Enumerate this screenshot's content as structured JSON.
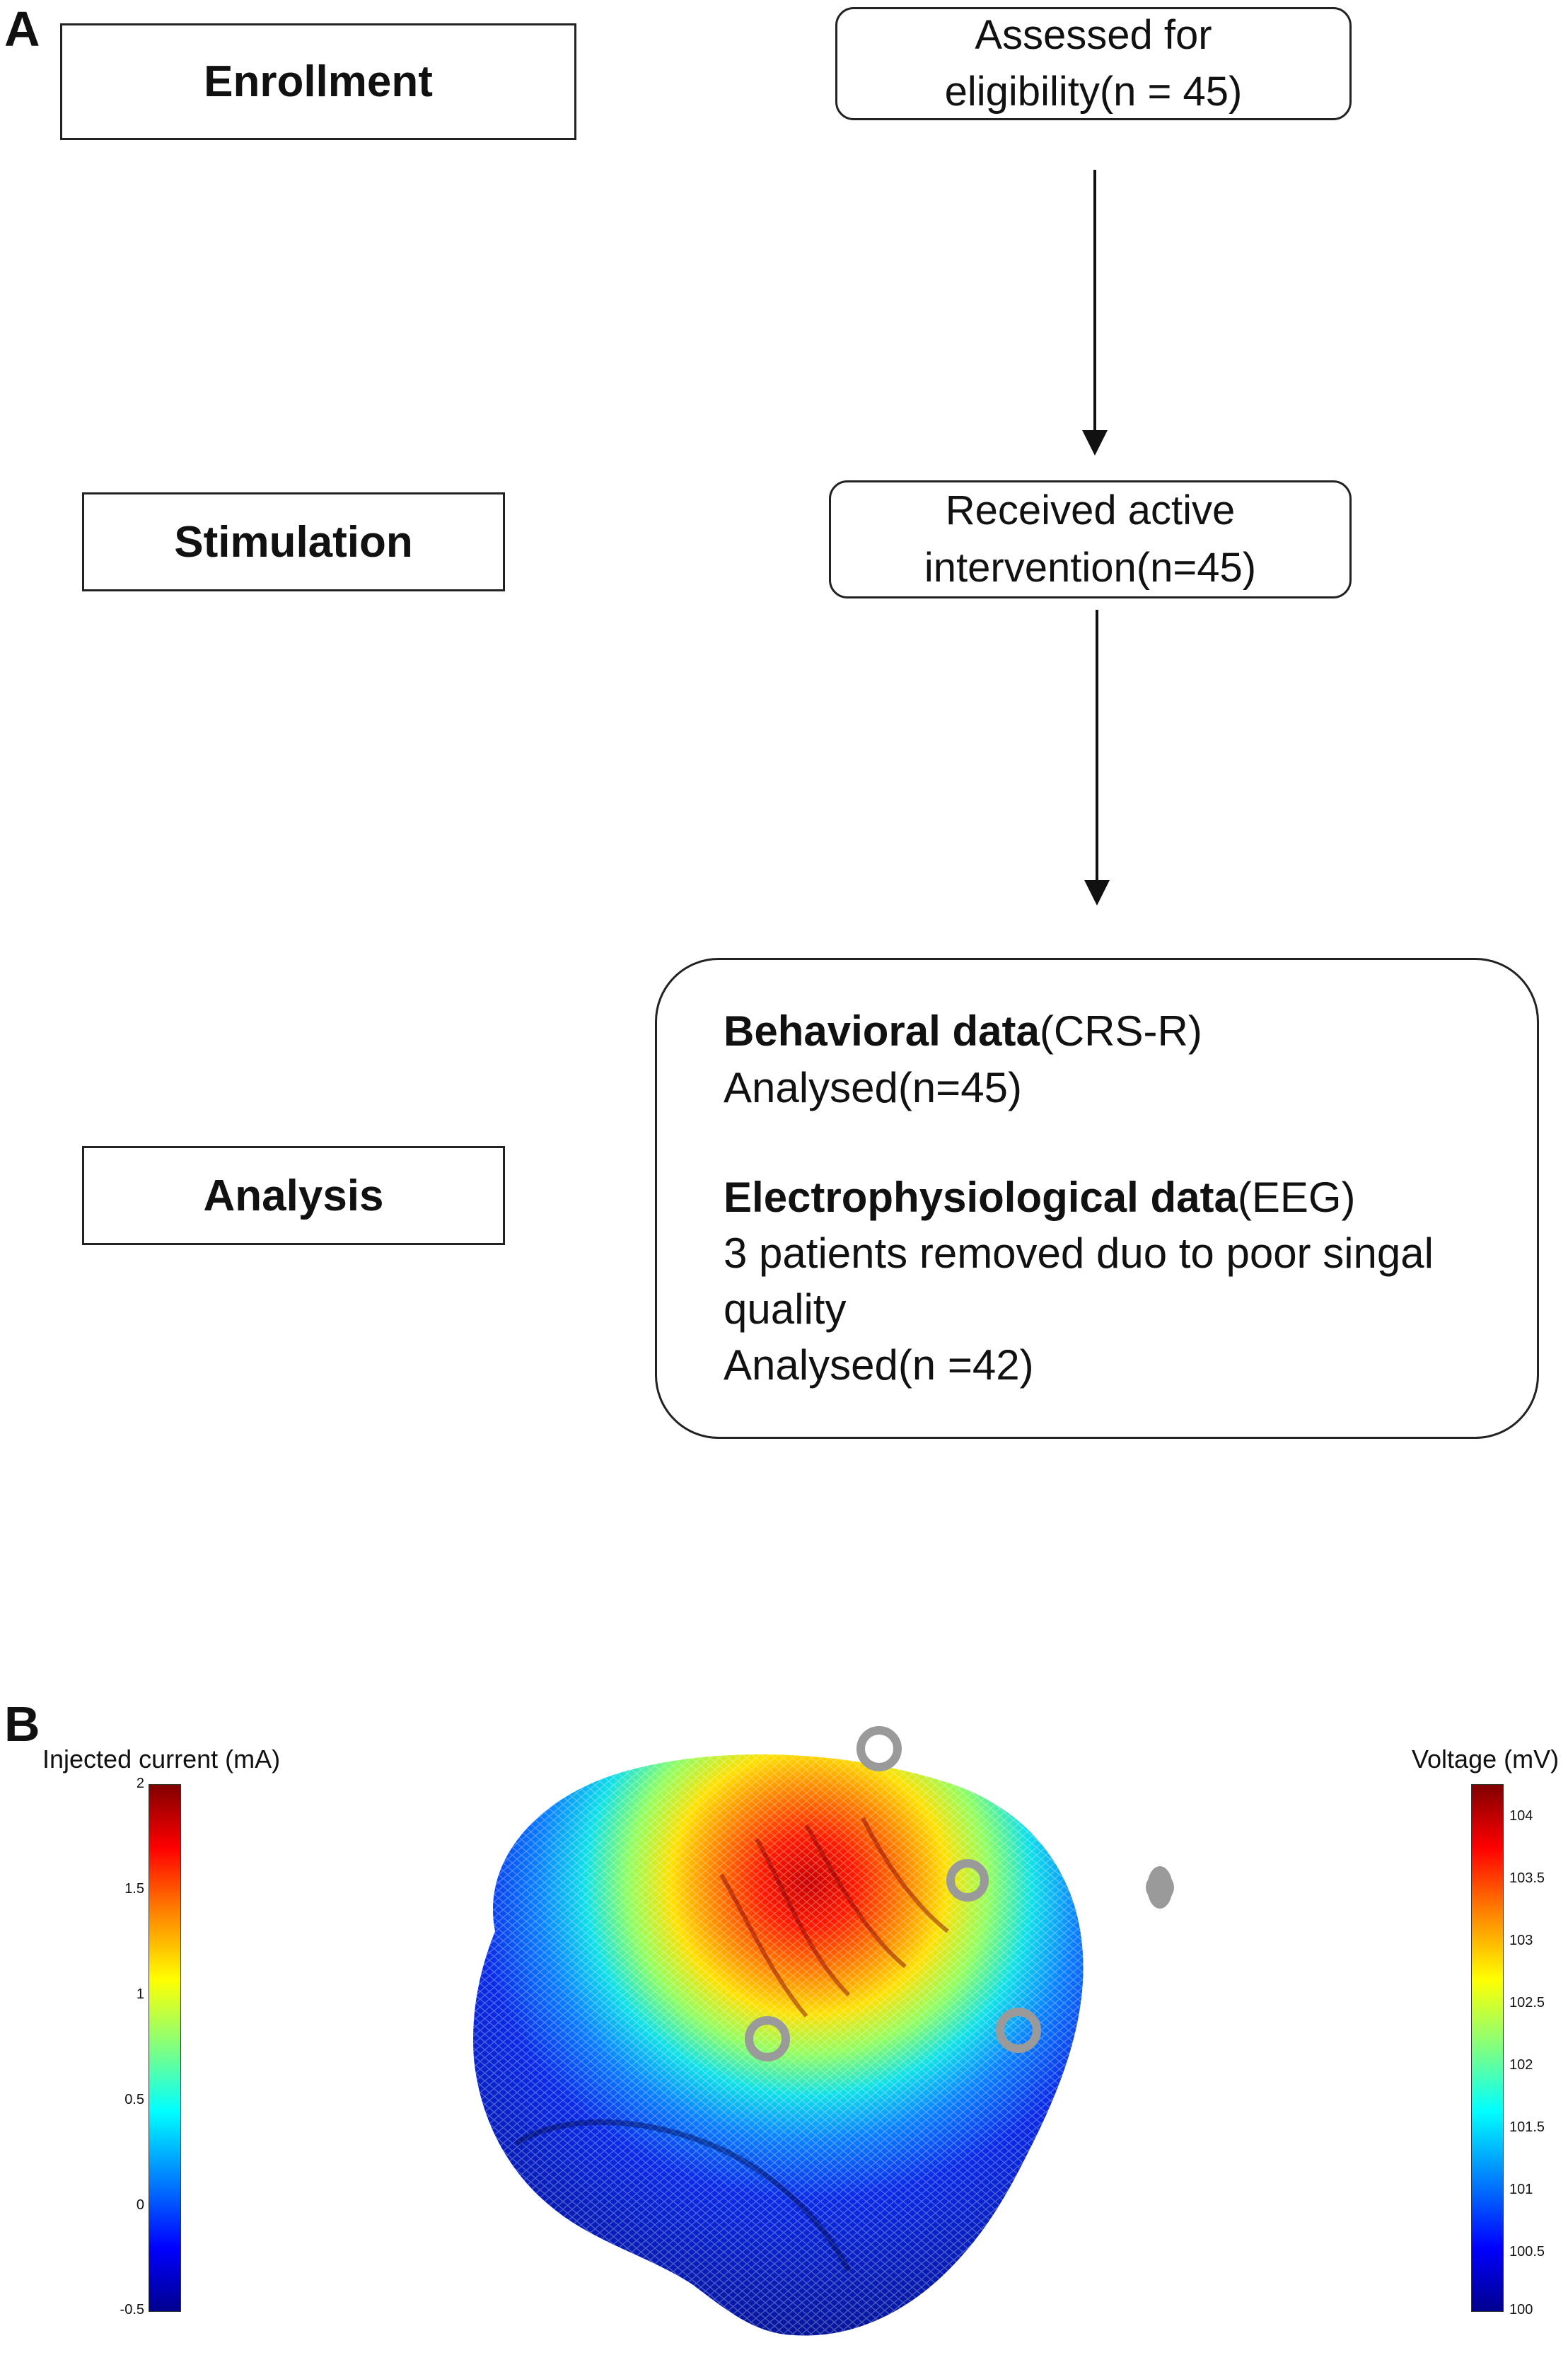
{
  "panel_a": {
    "letter": "A",
    "stages": {
      "enrollment": "Enrollment",
      "stimulation": "Stimulation",
      "analysis": "Analysis"
    },
    "boxes": {
      "assessed_line1": "Assessed for",
      "assessed_line2": "eligibility(n  = 45)",
      "received_line1": "Received active",
      "received_line2": "intervention(n=45)",
      "behavioral_heading": "Behavioral data",
      "behavioral_suffix": "(CRS-R)",
      "behavioral_analysed": "Analysed(n=45)",
      "eeg_heading": "Electrophysiological data",
      "eeg_suffix": "(EEG)",
      "eeg_removed_line1": "3 patients removed duo to poor singal",
      "eeg_removed_line2": "quality",
      "eeg_analysed": "Analysed(n =42)"
    }
  },
  "panel_b": {
    "letter": "B",
    "current_bar": {
      "label": "Injected current (mA)",
      "ticks": [
        "2",
        "1.5",
        "1",
        "0.5",
        "0",
        "-0.5"
      ]
    },
    "voltage_bar": {
      "label": "Voltage (mV)",
      "ticks": [
        "104",
        "103.5",
        "103",
        "102.5",
        "102",
        "101.5",
        "101",
        "100.5",
        "100"
      ]
    },
    "colors": {
      "jet_low": "#00008f",
      "jet_high": "#800000"
    }
  }
}
